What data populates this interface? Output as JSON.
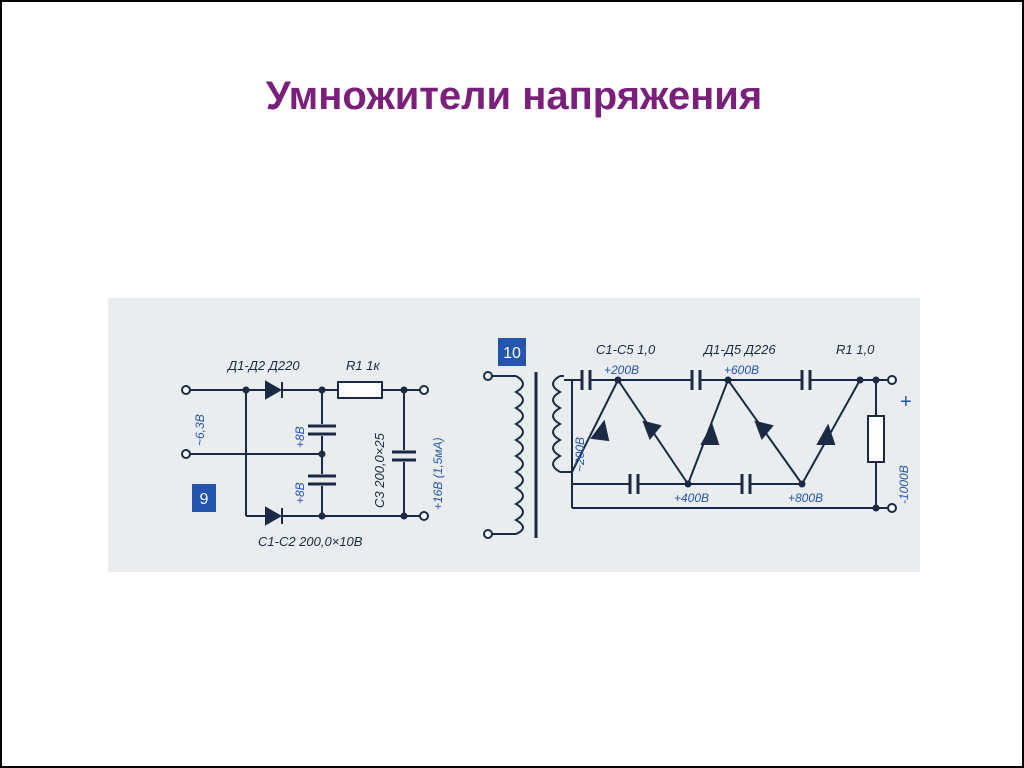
{
  "slide": {
    "title": "Умножители напряжения"
  },
  "figure": {
    "background": "#e9edf0",
    "ink": "#1a2a44",
    "accent_blue": "#2456b0",
    "left_circuit": {
      "number": "9",
      "diode_label": "Д1-Д2  Д220",
      "resistor_label": "R1 1к",
      "cap_label_bottom": "С1-С2  200,0×10В",
      "cap_c3": "С3  200,0×25",
      "input_voltage": "~6,3В",
      "v_upper": "+8В",
      "v_lower": "+8В",
      "output": "+16В (1,5мА)"
    },
    "right_circuit": {
      "number": "10",
      "caps_label": "С1-С5  1,0",
      "diodes_label": "Д1-Д5  Д226",
      "resistor_label": "R1  1,0",
      "v200_top": "+200В",
      "v600": "+600В",
      "v200_secondary": "~200В",
      "v400": "+400В",
      "v800": "+800В",
      "v1000": "-1000В",
      "plus": "+"
    }
  }
}
